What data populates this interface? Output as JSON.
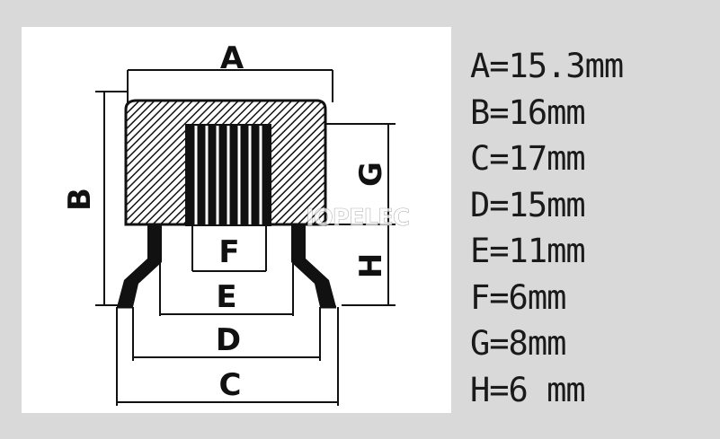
{
  "diagram": {
    "labels": {
      "a": "A",
      "b": "B",
      "c": "C",
      "d": "D",
      "e": "E",
      "f": "F",
      "g": "G",
      "h": "H"
    },
    "watermark": "IOPELEC"
  },
  "dimensions": [
    "A=15.3mm",
    "B=16mm",
    "C=17mm",
    "D=15mm",
    "E=11mm",
    "F=6mm",
    "G=8mm",
    "H=6 mm"
  ],
  "colors": {
    "line": "#111111",
    "panel": "#ffffff",
    "background": "#d9d9d9"
  }
}
